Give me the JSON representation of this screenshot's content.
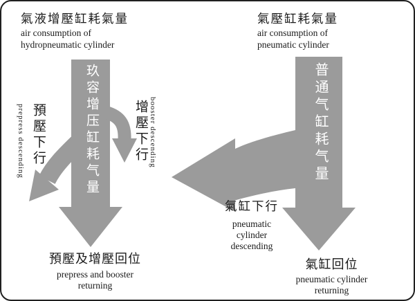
{
  "colors": {
    "arrow": "#9b9b9b",
    "text": "#1a1a1a",
    "arrow_text": "#ffffff",
    "border": "#1f1f1f"
  },
  "left": {
    "title_zh": "氣液增壓缸耗氣量",
    "title_en1": "air consumption of",
    "title_en2": "hydropneumatic cylinder",
    "arrow_label": "玖容增压缸耗气量",
    "prepress_zh": "預壓下行",
    "prepress_en": "prepress descending",
    "booster_zh": "增壓下行",
    "booster_en": "booster descending",
    "bottom_zh": "預壓及增壓回位",
    "bottom_en1": "prepress and booster",
    "bottom_en2": "returning"
  },
  "right": {
    "title_zh": "氣壓缸耗氣量",
    "title_en1": "air consumption of",
    "title_en2": "pneumatic cylinder",
    "arrow_label": "普通气缸耗气量",
    "descending_zh": "氣缸下行",
    "descending_en1": "pneumatic",
    "descending_en2": "cylinder",
    "descending_en3": "descending",
    "bottom_zh": "氣缸回位",
    "bottom_en1": "pneumatic cylinder",
    "bottom_en2": "returning"
  }
}
